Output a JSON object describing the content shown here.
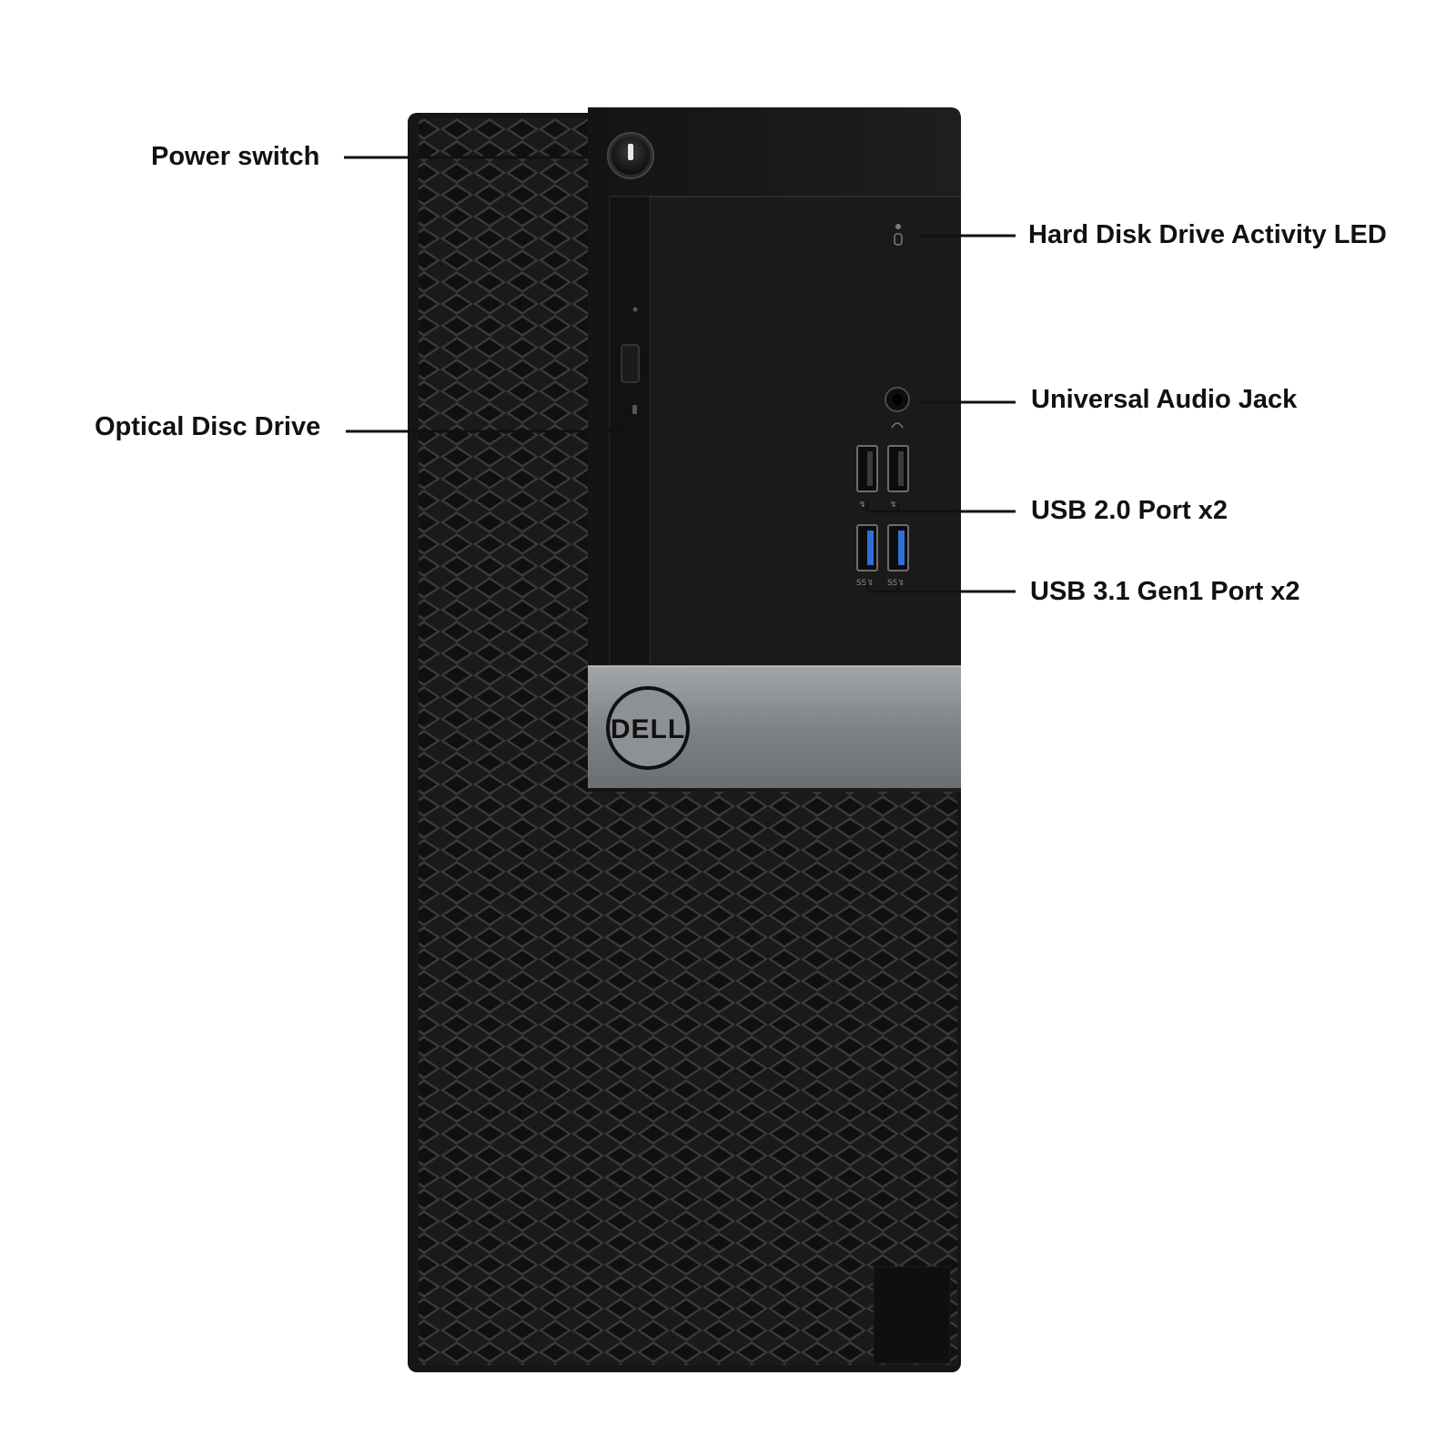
{
  "figure": {
    "product": "desktop tower front panel",
    "brand_logo_text": "DELL",
    "colors": {
      "chassis": "#1b1b1b",
      "mesh": "#2e2e2e",
      "bezel": "#161616",
      "silver_band": "#8a8d92",
      "usb3_blue": "#2f6fd6",
      "label_text": "#111111",
      "background": "#ffffff"
    }
  },
  "callouts": {
    "power_switch": "Power switch",
    "optical_disc_drive": "Optical Disc Drive",
    "hdd_activity_led": "Hard Disk Drive Activity LED",
    "universal_audio_jack": "Universal Audio Jack",
    "usb2_ports": "USB 2.0 Port x2",
    "usb31_ports": "USB 3.1 Gen1 Port x2"
  }
}
